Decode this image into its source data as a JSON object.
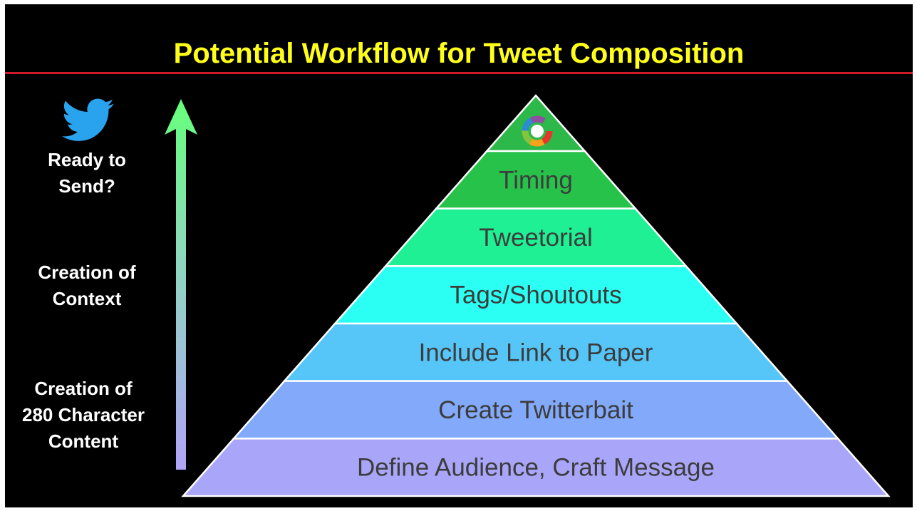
{
  "title": "Potential Workflow for Tweet Composition",
  "colors": {
    "background": "#000000",
    "title": "#ffff1a",
    "rule": "#d11b2b",
    "twitter": "#2aa3ef",
    "arrow_top": "#66ff7a",
    "arrow_bottom": "#b0a3f7"
  },
  "side_labels": {
    "ready": [
      "Ready to",
      "Send?"
    ],
    "context": [
      "Creation of",
      "Context"
    ],
    "content": [
      "Creation of",
      "280 Character",
      "Content"
    ]
  },
  "icons": {
    "top_left": "twitter-bird-icon",
    "pyramid_apex": "altmetric-donut-icon"
  },
  "pyramid": {
    "apex_color": "#2db84a",
    "tiers": [
      {
        "label": "Timing",
        "color": "#27c24a"
      },
      {
        "label": "Tweetorial",
        "color": "#1ff094"
      },
      {
        "label": "Tags/Shoutouts",
        "color": "#2bfff4"
      },
      {
        "label": "Include Link to Paper",
        "color": "#56c6f8"
      },
      {
        "label": "Create Twitterbait",
        "color": "#82a9fa"
      },
      {
        "label": "Define Audience, Craft Message",
        "color": "#a9a6f9"
      }
    ]
  }
}
